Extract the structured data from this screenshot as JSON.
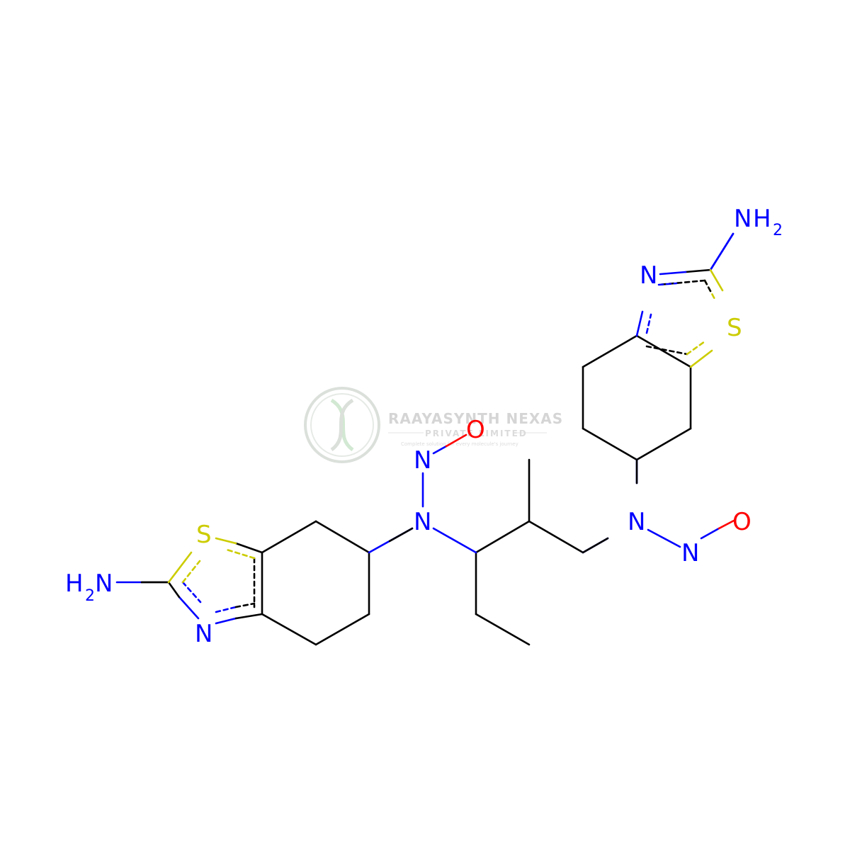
{
  "watermark": {
    "company": "RAAYASYNTH NEXAS",
    "subtitle": "PRIVATE LIMITED",
    "tagline": "Complete solution for every molecule's journey"
  },
  "atom_labels": {
    "n_amine_top": "N",
    "h2_top": "H",
    "h2_top_sub": "2",
    "n_thiazole_top": "N",
    "s_thiazole_top": "S",
    "n_amine_right": "N",
    "n_nitroso_right": "N",
    "o_nitroso_right": "O",
    "n_amine_left": "N",
    "n_nitroso_left": "N",
    "o_nitroso_left": "O",
    "s_thiazole_left": "S",
    "n_thiazole_left": "N",
    "h2_left": "H",
    "h2_left_sub": "2",
    "n_amine_bottom_left": "N"
  },
  "colors": {
    "carbon": "#000000",
    "nitrogen": "#0000FF",
    "oxygen": "#FF0000",
    "sulfur": "#CCCC00",
    "watermark": "#C8D0C8"
  }
}
